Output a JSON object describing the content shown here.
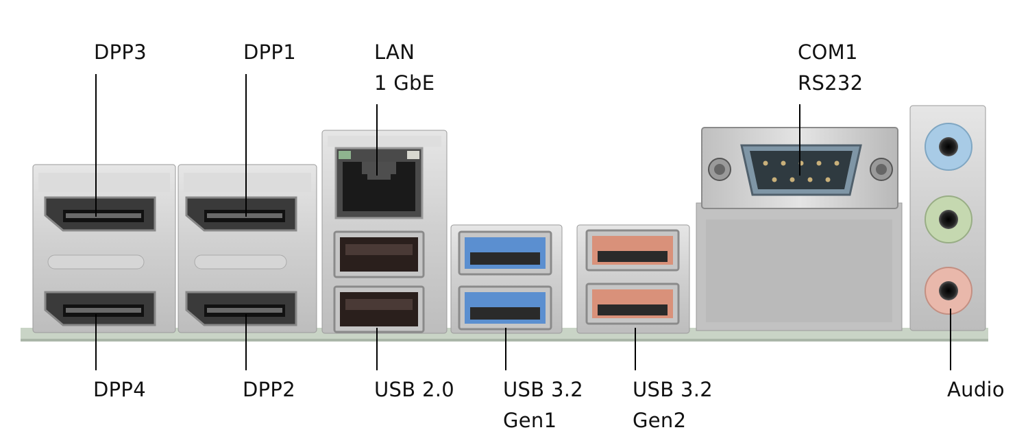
{
  "labels": {
    "dpp3": "DPP3",
    "dpp1": "DPP1",
    "lan_line1": "LAN",
    "lan_line2": "1 GbE",
    "com1_line1": "COM1",
    "com1_line2": "RS232",
    "dpp4": "DPP4",
    "dpp2": "DPP2",
    "usb20": "USB 2.0",
    "usb32g1_line1": "USB 3.2",
    "usb32g1_line2": "Gen1",
    "usb32g2_line1": "USB 3.2",
    "usb32g2_line2": "Gen2",
    "audio": "Audio"
  },
  "colors": {
    "usb3_gen1_insert": "#5b8fd0",
    "usb3_gen2_insert": "#d9917a",
    "usb2_insert": "#2a1f1c",
    "audio_blue": "#a8cbe6",
    "audio_green": "#c5d8b0",
    "audio_pink": "#e9b8ab",
    "com_port_body": "#7f96a6"
  },
  "icons": [
    "displayport-icon",
    "rj45-icon",
    "usb-a-icon",
    "db9-serial-icon",
    "audio-jack-icon"
  ]
}
